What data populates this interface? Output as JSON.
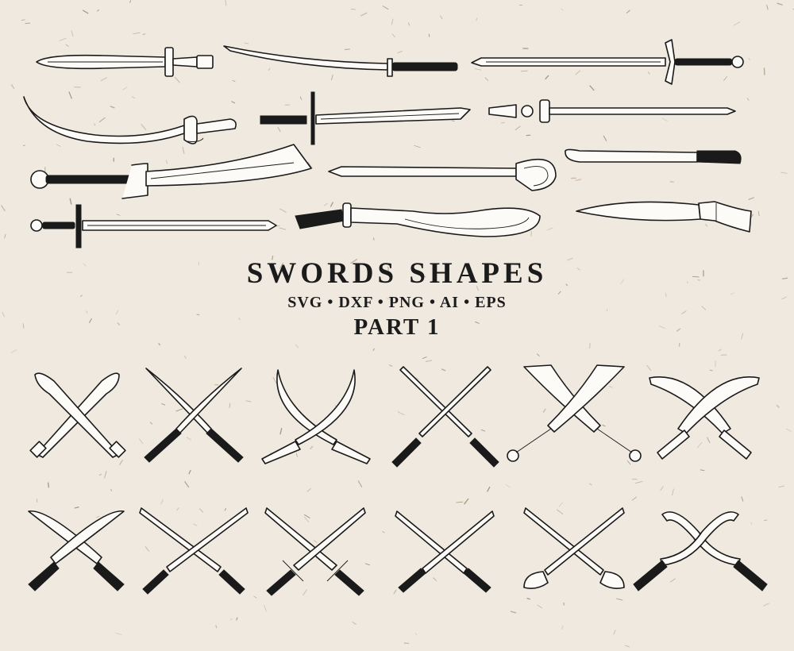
{
  "title": "SWORDS SHAPES",
  "formats": "SVG • DXF • PNG • AI • EPS",
  "part": "PART 1",
  "colors": {
    "paper": "#efe9df",
    "ink": "#1a1a1a",
    "blade": "#fdfbf7"
  },
  "sword_shapes": [
    "gladius-icon",
    "katana-icon",
    "longsword-icon",
    "scimitar-icon",
    "bayonet-sword-icon",
    "ornate-rapier-icon",
    "dao-cleaver-icon",
    "cavalry-saber-icon",
    "machete-icon",
    "crusader-sword-icon",
    "khopesh-icon",
    "kukri-icon"
  ],
  "crossed_pairs": [
    "crossed-gladius-icon",
    "crossed-katana-icon",
    "crossed-scimitar-icon",
    "crossed-longsword-icon",
    "crossed-dao-icon",
    "crossed-kukri-icon",
    "crossed-machete-icon",
    "crossed-dagger-icon",
    "crossed-bayonet-icon",
    "crossed-crusader-icon",
    "crossed-saber-icon",
    "crossed-khopesh-icon"
  ]
}
